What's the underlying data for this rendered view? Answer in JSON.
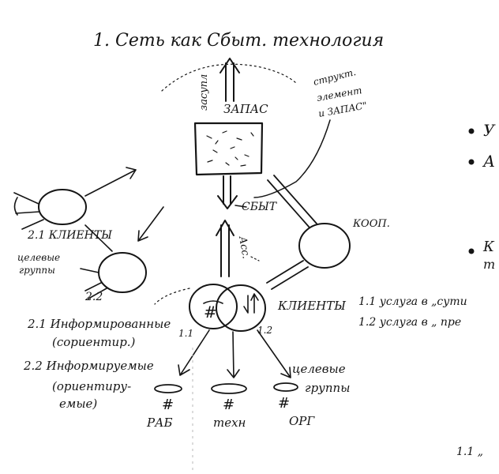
{
  "title": "1. Сеть как Сбыт. технология",
  "labels": {
    "zapas": "ЗАПАС",
    "zasupl": "засупл",
    "sbyt": "СБЫТ",
    "ass": "Асс.",
    "koop": "КООП.",
    "klienty": "КЛИЕНТЫ",
    "one_one": "1.1",
    "one_two": "1.2",
    "note": [
      "структ.",
      "элемент",
      "и ЗАПАС\""
    ],
    "left_clients": "2.1 КЛИЕНТЫ",
    "target_groups_left": [
      "целевые",
      "группы"
    ],
    "two_two": "2.2",
    "informed": [
      "2.1 Информированные",
      "(сориентир.)"
    ],
    "to_inform": [
      "2.2 Информируемые",
      "(ориентиру-",
      "емые)"
    ],
    "target_groups_bottom": [
      "целевые",
      "группы"
    ],
    "hash": "#",
    "raw": "РАБ",
    "tech": "техн",
    "org": "ОРГ",
    "right_11": "1.1  услуга в „сути",
    "right_12": "1.2  услуга в „ пре",
    "bottom_right": "1.1 „",
    "bullets": [
      "У",
      "А",
      "К",
      "т"
    ]
  }
}
